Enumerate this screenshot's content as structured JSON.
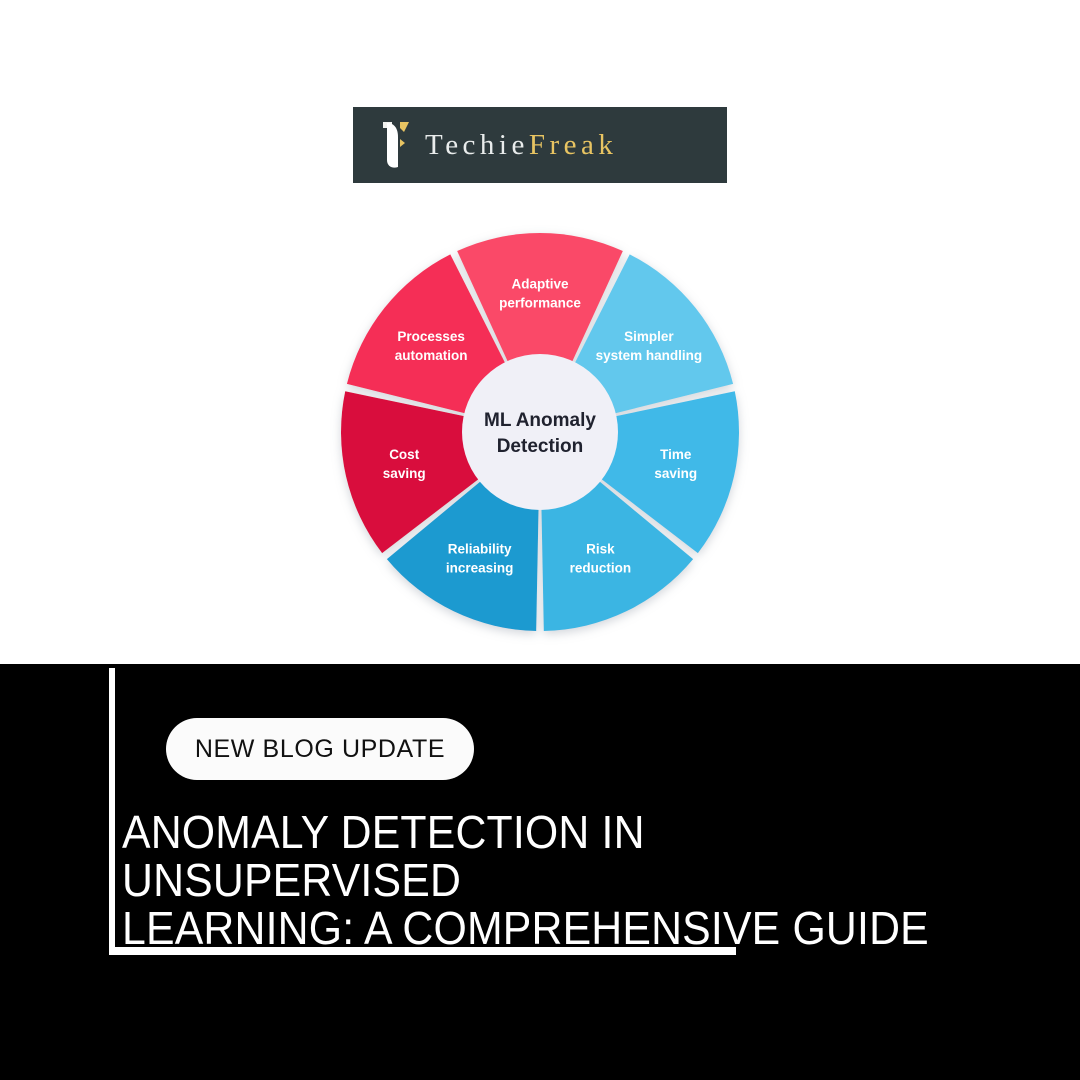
{
  "brand": {
    "logo_mark_icon": "techie-t-monogram-icon",
    "name_part_1": "Techie",
    "name_part_2": "Freak",
    "plate_color": "#2E3A3D",
    "part_1_color": "#E9ECEC",
    "part_2_color": "#E8C462"
  },
  "chart_data": {
    "type": "pie",
    "title": "ML Anomaly Detection",
    "center_label_line_1": "ML Anomaly",
    "center_label_line_2": "Detection",
    "center_fill": "#F0F0F7",
    "center_text_color": "#20222F",
    "legend_position": "in-slice",
    "grid": false,
    "categories": [
      "Adaptive performance",
      "Simpler system handling",
      "Time saving",
      "Risk reduction",
      "Reliability increasing",
      "Cost saving",
      "Processes automation"
    ],
    "values": [
      51.4,
      51.4,
      51.4,
      51.4,
      51.4,
      51.4,
      51.4
    ],
    "unit": "degrees",
    "slices": [
      {
        "label_line_1": "Adaptive",
        "label_line_2": "performance",
        "color": "#FA4A68",
        "start_angle": -25.7,
        "end_angle": 25.7,
        "value": 51.4
      },
      {
        "label_line_1": "Simpler",
        "label_line_2": "system handling",
        "color": "#62C8ED",
        "start_angle": 25.7,
        "end_angle": 77.1,
        "value": 51.4
      },
      {
        "label_line_1": "Time",
        "label_line_2": "saving",
        "color": "#40B9E8",
        "start_angle": 77.1,
        "end_angle": 128.6,
        "value": 51.4
      },
      {
        "label_line_1": "Risk",
        "label_line_2": "reduction",
        "color": "#3BB5E3",
        "start_angle": 128.6,
        "end_angle": 180.0,
        "value": 51.4
      },
      {
        "label_line_1": "Reliability",
        "label_line_2": "increasing",
        "color": "#1B9AD0",
        "start_angle": 180.0,
        "end_angle": 231.4,
        "value": 51.4
      },
      {
        "label_line_1": "Cost",
        "label_line_2": "saving",
        "color": "#D90F3C",
        "start_angle": 231.4,
        "end_angle": 282.9,
        "value": 51.4
      },
      {
        "label_line_1": "Processes",
        "label_line_2": "automation",
        "color": "#F52D57",
        "start_angle": 282.9,
        "end_angle": 334.3,
        "value": 51.4
      }
    ]
  },
  "promo": {
    "badge_label": "NEW BLOG UPDATE",
    "headline": "ANOMALY DETECTION IN UNSUPERVISED\nLEARNING: A COMPREHENSIVE GUIDE",
    "background_color": "#000000",
    "accent_color": "#FFFFFF"
  }
}
